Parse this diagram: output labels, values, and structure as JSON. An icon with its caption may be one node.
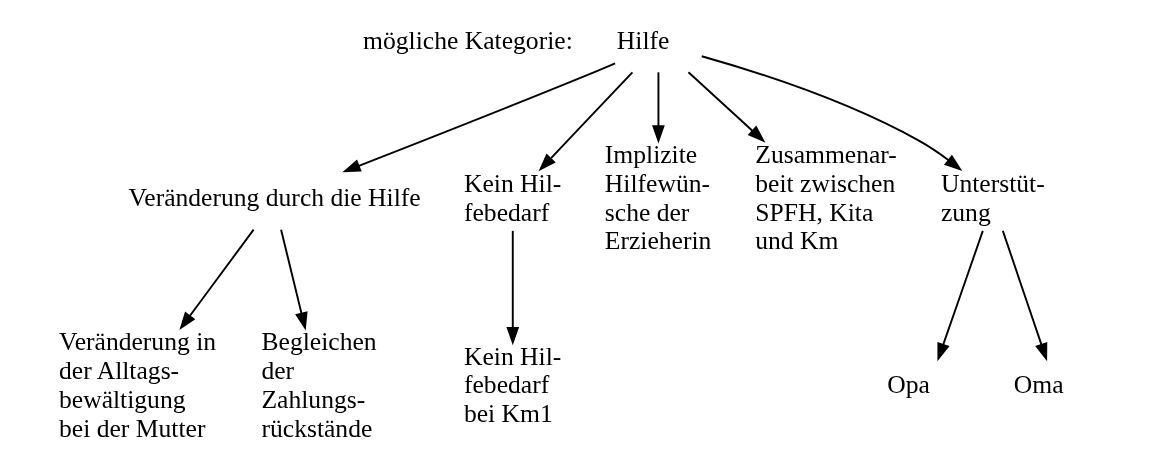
{
  "diagram": {
    "nodes": [
      {
        "text": [
          "Hilfe"
        ]
      },
      {
        "text": [
          "Veränderung durch die Hilfe"
        ]
      },
      {
        "text": [
          "Kein Hil- febedarf"
        ]
      },
      {
        "text": [
          "Implizite Hilfewün- sche der Erzieherin"
        ]
      },
      {
        "text": [
          "Zusammenar- beit zwischen SPFH, Kita und Km"
        ]
      },
      {
        "text": [
          "Unterstüt- zung"
        ]
      },
      {
        "text": [
          "Veränderung in der Alltags- bewältigung bei der Mutter"
        ]
      },
      {
        "text": [
          "Begleichen der Zahlungs- rückstände"
        ]
      },
      {
        "text": [
          "Kein Hil- febedarf bei Km1"
        ]
      },
      {
        "text": [
          "Opa"
        ]
      },
      {
        "text": [
          "Oma"
        ]
      }
    ],
    "edges": [
      {
        "from": 0,
        "to": 1,
        "arrow": "to"
      },
      {
        "from": 0,
        "to": 2,
        "arrow": "to"
      },
      {
        "from": 0,
        "to": 3,
        "arrow": "to"
      },
      {
        "from": 0,
        "to": 4,
        "arrow": "to"
      },
      {
        "from": 0,
        "to": 5,
        "arrow": "to"
      },
      {
        "from": 1,
        "to": 6,
        "arrow": "to"
      },
      {
        "from": 1,
        "to": 7,
        "arrow": "to"
      },
      {
        "from": 2,
        "to": 8,
        "arrow": "to"
      },
      {
        "from": 5,
        "to": 9,
        "arrow": "to"
      },
      {
        "from": 5,
        "to": 10,
        "arrow": "to"
      }
    ],
    "labels": [
      "mögliche Kategorie:"
    ]
  }
}
